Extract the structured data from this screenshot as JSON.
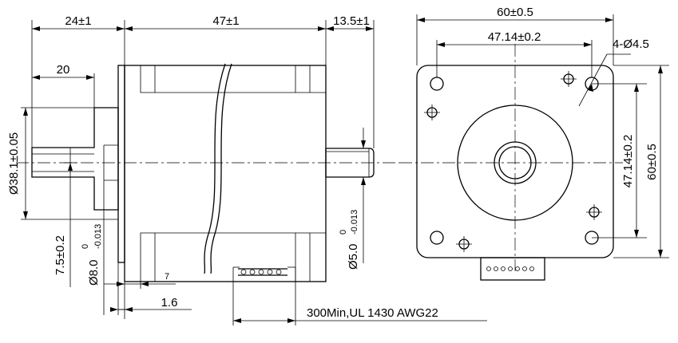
{
  "side_view": {
    "dim_flange": "24±1",
    "dim_boss": "20",
    "dim_body": "47±1",
    "dim_shaft": "13.5±1",
    "dim_boss_dia": "Ø38.1±0.05",
    "dim_rear_offset": "7.5±0.2",
    "dim_rear_shaft_main": "Ø8.0",
    "dim_rear_shaft_tol_upper": "0",
    "dim_rear_shaft_tol_lower": "-0.013",
    "dim_front_shaft_main": "Ø5.0",
    "dim_front_shaft_tol_upper": "0",
    "dim_front_shaft_tol_lower": "-0.013",
    "dim_flange_gap": "7",
    "dim_flange_thk": "1.6",
    "lead_spec": "300Min,UL 1430 AWG22"
  },
  "front_view": {
    "dim_width": "60±0.5",
    "dim_hole_spacing_h": "47.14±0.2",
    "dim_holes": "4-Ø4.5",
    "dim_hole_spacing_v": "47.14±0.2",
    "dim_height": "60±0.5"
  }
}
